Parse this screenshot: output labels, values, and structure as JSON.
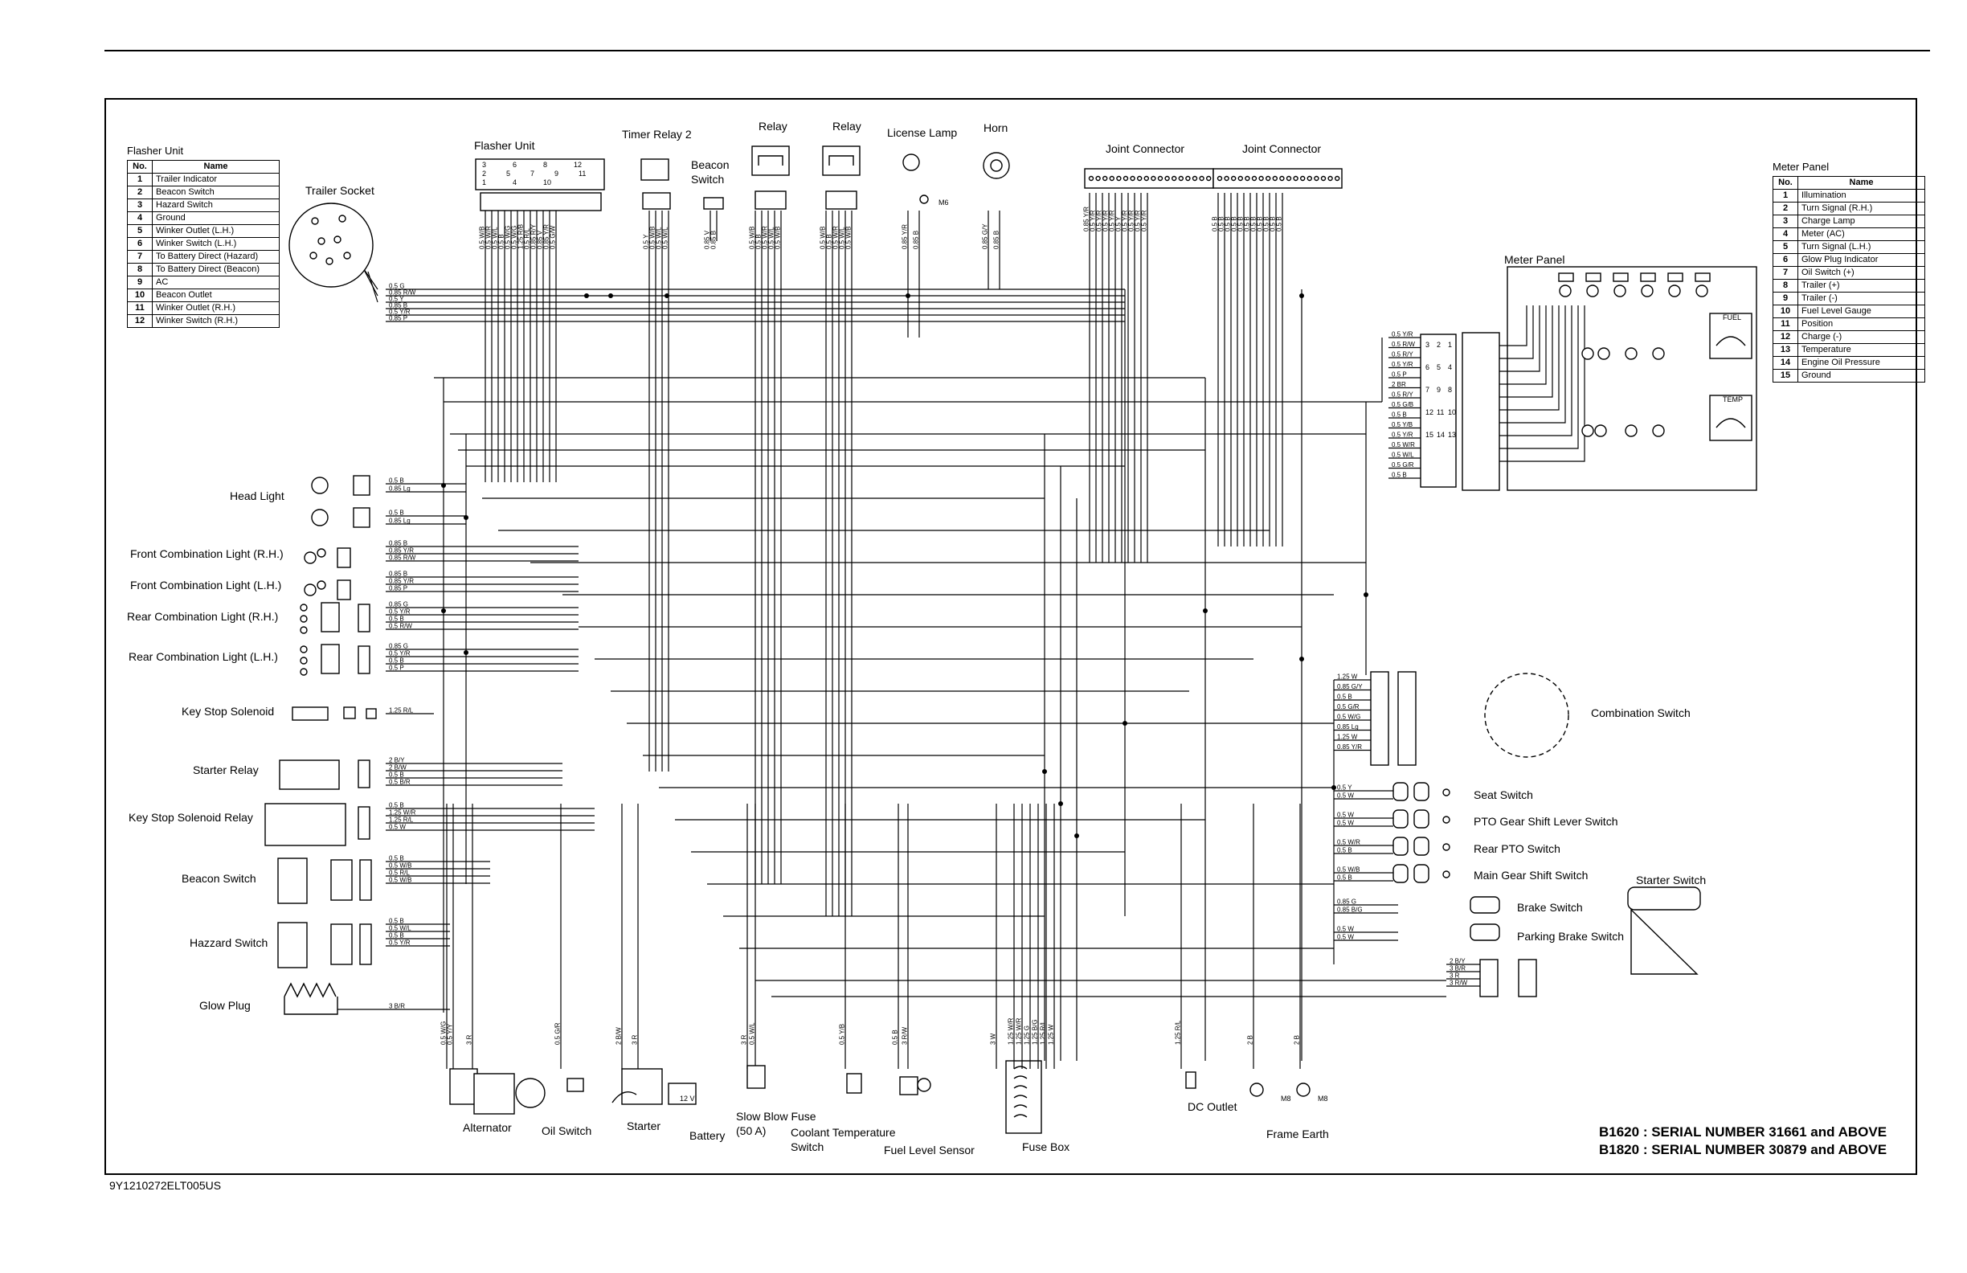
{
  "document_code": "9Y1210272ELT005US",
  "serials": [
    "B1620 : SERIAL NUMBER 31661 and ABOVE",
    "B1820 : SERIAL NUMBER 30879 and ABOVE"
  ],
  "flasher_table": {
    "title": "Flasher Unit",
    "col_no": "No.",
    "col_name": "Name",
    "rows": [
      {
        "no": "1",
        "name": "Trailer Indicator"
      },
      {
        "no": "2",
        "name": "Beacon Switch"
      },
      {
        "no": "3",
        "name": "Hazard Switch"
      },
      {
        "no": "4",
        "name": "Ground"
      },
      {
        "no": "5",
        "name": "Winker Outlet (L.H.)"
      },
      {
        "no": "6",
        "name": "Winker Switch (L.H.)"
      },
      {
        "no": "7",
        "name": "To Battery Direct (Hazard)"
      },
      {
        "no": "8",
        "name": "To Battery Direct (Beacon)"
      },
      {
        "no": "9",
        "name": "AC"
      },
      {
        "no": "10",
        "name": "Beacon Outlet"
      },
      {
        "no": "11",
        "name": "Winker Outlet (R.H.)"
      },
      {
        "no": "12",
        "name": "Winker Switch (R.H.)"
      }
    ]
  },
  "meter_table": {
    "title": "Meter Panel",
    "col_no": "No.",
    "col_name": "Name",
    "rows": [
      {
        "no": "1",
        "name": "Illumination"
      },
      {
        "no": "2",
        "name": "Turn Signal (R.H.)"
      },
      {
        "no": "3",
        "name": "Charge Lamp"
      },
      {
        "no": "4",
        "name": "Meter (AC)"
      },
      {
        "no": "5",
        "name": "Turn Signal (L.H.)"
      },
      {
        "no": "6",
        "name": "Glow Plug Indicator"
      },
      {
        "no": "7",
        "name": "Oil Switch (+)"
      },
      {
        "no": "8",
        "name": "Trailer (+)"
      },
      {
        "no": "9",
        "name": "Trailer (-)"
      },
      {
        "no": "10",
        "name": "Fuel Level Gauge"
      },
      {
        "no": "11",
        "name": "Position"
      },
      {
        "no": "12",
        "name": "Charge (-)"
      },
      {
        "no": "13",
        "name": "Temperature"
      },
      {
        "no": "14",
        "name": "Engine Oil Pressure"
      },
      {
        "no": "15",
        "name": "Ground"
      }
    ]
  },
  "labels": {
    "trailer_socket": "Trailer Socket",
    "flasher_unit": "Flasher Unit",
    "timer_relay": "Timer Relay 2",
    "beacon_switch_top_1": "Beacon",
    "beacon_switch_top_2": "Switch",
    "relay_1": "Relay",
    "relay_2": "Relay",
    "license_lamp": "License Lamp",
    "horn": "Horn",
    "joint_connector_1": "Joint Connector",
    "joint_connector_2": "Joint Connector",
    "meter_panel": "Meter Panel",
    "head_light": "Head Light",
    "front_comb_rh": "Front Combination Light (R.H.)",
    "front_comb_lh": "Front Combination Light (L.H.)",
    "rear_comb_rh": "Rear Combination Light (R.H.)",
    "rear_comb_lh": "Rear Combination Light (L.H.)",
    "key_stop_solenoid": "Key Stop Solenoid",
    "starter_relay": "Starter Relay",
    "key_stop_solenoid_relay": "Key Stop Solenoid Relay",
    "beacon_switch": "Beacon Switch",
    "hazard_switch": "Hazzard Switch",
    "glow_plug": "Glow Plug",
    "alternator": "Alternator",
    "oil_switch": "Oil Switch",
    "starter": "Starter",
    "battery": "Battery",
    "slow_blow_fuse_1": "Slow Blow Fuse",
    "slow_blow_fuse_2": "(50 A)",
    "coolant_temp_1": "Coolant Temperature",
    "coolant_temp_2": "Switch",
    "fuel_level_sensor": "Fuel Level Sensor",
    "fuse_box": "Fuse Box",
    "dc_outlet": "DC Outlet",
    "frame_earth": "Frame Earth",
    "combination_switch": "Combination Switch",
    "seat_switch": "Seat Switch",
    "pto_gear_shift": "PTO Gear Shift Lever Switch",
    "rear_pto": "Rear PTO Switch",
    "main_gear_shift": "Main Gear Shift Switch",
    "brake_switch": "Brake Switch",
    "parking_brake_switch": "Parking Brake Switch",
    "starter_switch": "Starter Switch",
    "battery_voltage": "12 V",
    "fuel_gauge": "FUEL",
    "temp_gauge": "TEMP",
    "m6": "M6",
    "m8_1": "M8",
    "m8_2": "M8"
  },
  "flasher_grid": [
    [
      "3",
      "6",
      "8",
      "12"
    ],
    [
      "2",
      "5",
      "7",
      "9",
      "11"
    ],
    [
      "1",
      "4",
      "10"
    ]
  ],
  "meter_connector_pins": [
    "3",
    "2",
    "1",
    "6",
    "5",
    "4",
    "7",
    "9",
    "8",
    "12",
    "11",
    "10",
    "15",
    "14",
    "13"
  ],
  "wire_groups": {
    "trailer": [
      "0.5 G",
      "0.85 R/W",
      "0.5 Y",
      "0.85 B",
      "0.5 Y/R",
      "0.85 P"
    ],
    "head_light_1": [
      "0.5 B",
      "0.85 Lg"
    ],
    "head_light_2": [
      "0.5 B",
      "0.85 Lg"
    ],
    "front_rh": [
      "0.85 B",
      "0.85 Y/R",
      "0.85 R/W"
    ],
    "front_lh": [
      "0.85 B",
      "0.85 Y/R",
      "0.85 P"
    ],
    "rear_rh": [
      "0.85 G",
      "0.5 Y/R",
      "0.5 B",
      "0.5 R/W"
    ],
    "rear_lh": [
      "0.85 G",
      "0.5 Y/R",
      "0.5 B",
      "0.5 P"
    ],
    "key_stop": [
      "1.25 R/L"
    ],
    "starter_relay": [
      "2 B/Y",
      "2 B/W",
      "0.5 B",
      "0.5 B/R"
    ],
    "ks_relay": [
      "0.5 B",
      "1.25 W/R",
      "1.25 R/L",
      "0.5 W"
    ],
    "beacon": [
      "0.5 B",
      "0.5 W/B",
      "0.5 R/L",
      "0.5 W/B"
    ],
    "hazard": [
      "0.5 B",
      "0.5 W/L",
      "0.5 B",
      "0.5 Y/R"
    ],
    "glow": [
      "3 B/R"
    ],
    "meter": [
      "0.5 Y/R",
      "0.5 R/W",
      "0.5 R/Y",
      "0.5 Y/R",
      "0.5 P",
      "2 BR",
      "0.5 R/Y",
      "0.5 G/B",
      "0.5 B",
      "0.5 Y/B",
      "0.5 Y/R",
      "0.5 W/R",
      "0.5 W/L",
      "0.5 G/R",
      "0.5 B"
    ],
    "combination": [
      "1.25 W",
      "0.85 G/Y",
      "0.5 B",
      "0.5 G/R",
      "0.5 W/G",
      "0.85 Lg",
      "1.25 W",
      "0.85 Y/R"
    ],
    "seat": [
      "0.5 Y",
      "0.5 W"
    ],
    "pto": [
      "0.5 W",
      "0.5 W"
    ],
    "rear_pto": [
      "0.5 W/R",
      "0.5 B"
    ],
    "main_gear": [
      "0.5 W/B",
      "0.5 B"
    ],
    "brake": [
      "0.85 G",
      "0.85 B/G"
    ],
    "parking": [
      "0.5 W",
      "0.5 W"
    ],
    "starter_sw": [
      "2 B/Y",
      "3 B/R",
      "3 R",
      "3 R/W"
    ],
    "bottom": [
      "0.5 W/G",
      "0.5 Y/Y",
      "3 R",
      "0.5 G/R",
      "2 B/W",
      "3 R",
      "3 R",
      "0.5 W/L",
      "0.5 Y/B",
      "0.5 B",
      "3 R/W",
      "3 W",
      "1.25 W/R",
      "1.25 W/R",
      "1.25 G",
      "1.25 B/G",
      "1.25 R/L",
      "1.25 W",
      "1.25 R/L",
      "2 B",
      "2 B"
    ],
    "top_flasher": [
      "0.5 W/B",
      "0.5 W/R",
      "0.5 W/L",
      "0.5 B",
      "0.5 W/G",
      "0.5 W/G",
      "1.25 R/B",
      "0.5 R/L",
      "0.85 R/Y",
      "0.85 V",
      "0.85 Y/R",
      "0.5 G/W"
    ],
    "top_timer": [
      "0.5 Y",
      "0.5 W/B",
      "0.5 W/L",
      "0.5 W/L"
    ],
    "top_beacon": [
      "0.85 V",
      "0.85 B"
    ],
    "top_relay1": [
      "0.5 W/B",
      "0.5 B",
      "0.5 W/R",
      "0.5 W/L",
      "0.5 W/B"
    ],
    "top_relay2": [
      "0.5 W/B",
      "0.5 B",
      "0.5 W/R",
      "0.5 W/L",
      "0.5 W/B"
    ],
    "top_license": [
      "0.85 Y/R",
      "0.85 B"
    ],
    "top_horn": [
      "0.85 G/Y",
      "0.85 B"
    ],
    "top_joint1": [
      "0.85 Y/R",
      "0.5 Y/R",
      "0.5 Y/R",
      "0.5 Y/R",
      "0.5 Y/R",
      "0.5 Y",
      "0.5 Y/R",
      "0.5 Y/R",
      "0.5 Y/R",
      "0.5 Y/R"
    ],
    "top_joint2": [
      "0.5 B",
      "0.5 B",
      "0.5 B",
      "0.5 B",
      "0.5 B",
      "0.5 B",
      "0.5 B",
      "0.5 B",
      "0.5 B",
      "0.5 B",
      "0.5 B"
    ]
  }
}
